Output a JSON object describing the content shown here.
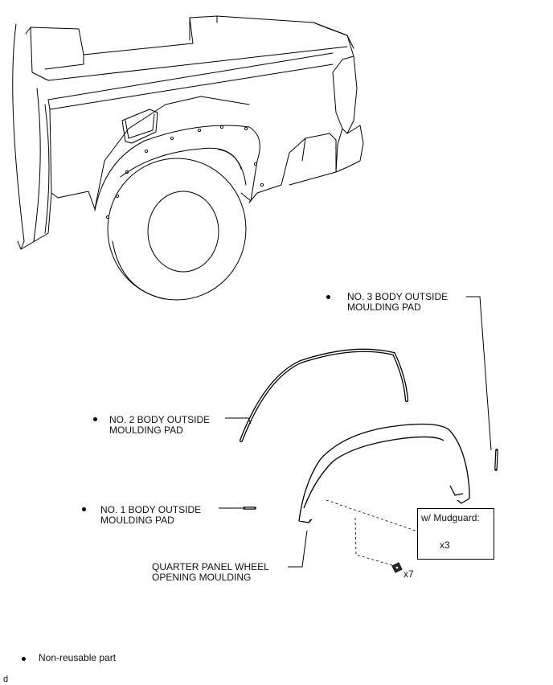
{
  "callouts": {
    "no3_line1": "NO. 3 BODY OUTSIDE",
    "no3_line2": "MOULDING PAD",
    "no2_line1": "NO. 2 BODY OUTSIDE",
    "no2_line2": "MOULDING PAD",
    "no1_line1": "NO. 1 BODY OUTSIDE",
    "no1_line2": "MOULDING PAD",
    "quarter_line1": "QUARTER PANEL WHEEL",
    "quarter_line2": "OPENING MOULDING"
  },
  "mudguard_box": {
    "title": "w/ Mudguard:",
    "qty": "x3"
  },
  "clip_qty": "x7",
  "legend": {
    "label": "Non-reusable part"
  },
  "corner_code": "d"
}
